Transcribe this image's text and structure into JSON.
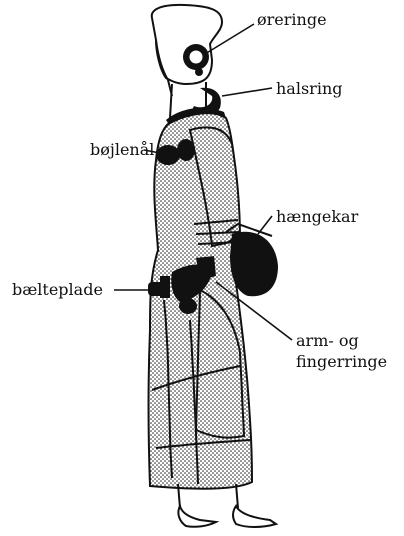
{
  "labels": {
    "oreringe": "øreringe",
    "halsring": "halsring",
    "bojlenal": "bøjlenål",
    "haengekar": "hængekar",
    "baelteplade": "bælteplade",
    "arm_line1": "arm- og",
    "arm_line2": "fingerringe"
  },
  "colors": {
    "ink": "#111111",
    "dress_fill": "#f3f3f3",
    "background": "#ffffff"
  }
}
